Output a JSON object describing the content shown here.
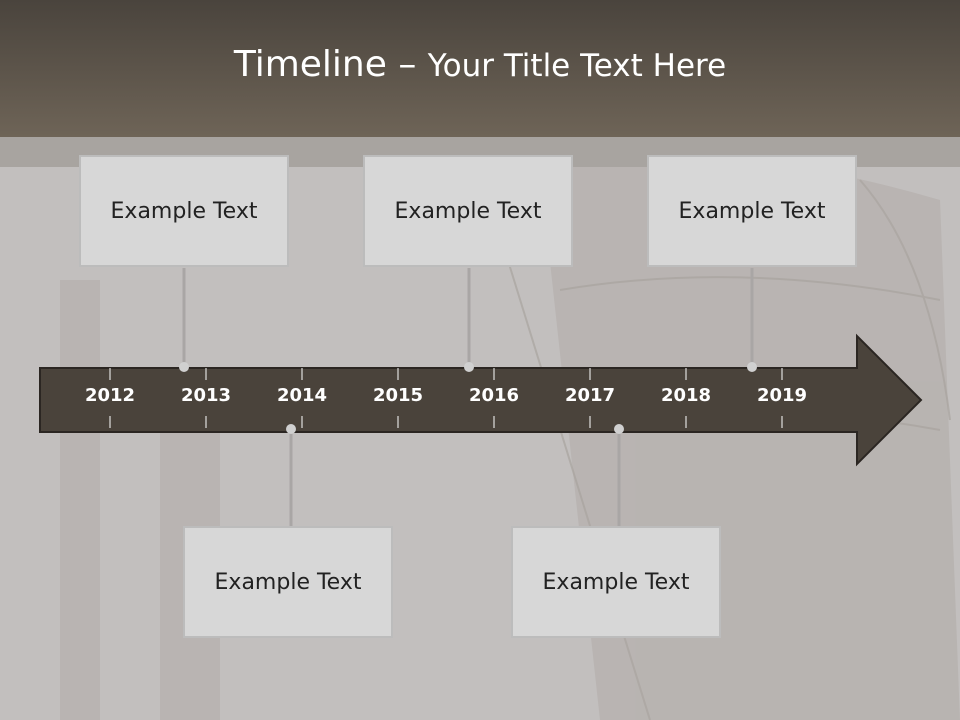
{
  "slide": {
    "title_main": "Timeline",
    "title_dash": " – ",
    "title_sub": "Your Title Text Here"
  },
  "timeline": {
    "years": [
      "2012",
      "2013",
      "2014",
      "2015",
      "2016",
      "2017",
      "2018",
      "2019"
    ],
    "top_events": [
      {
        "label": "Example Text"
      },
      {
        "label": "Example Text"
      },
      {
        "label": "Example Text"
      }
    ],
    "bottom_events": [
      {
        "label": "Example Text"
      },
      {
        "label": "Example Text"
      }
    ]
  },
  "colors": {
    "header": "#5e564c",
    "arrow": "#4a433b",
    "box": "#d7d7d7",
    "connector": "#a9a6a5"
  }
}
